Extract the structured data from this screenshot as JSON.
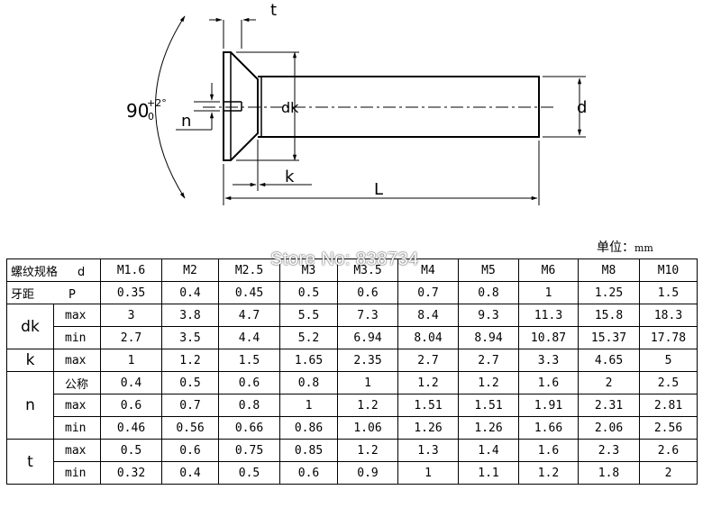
{
  "drawing": {
    "angle_label": "90",
    "angle_tol_upper": "+2°",
    "angle_tol_lower": "0",
    "label_t": "t",
    "label_n": "n",
    "label_dk": "dk",
    "label_k": "k",
    "label_L": "L",
    "label_d": "d"
  },
  "unit_label": "单位：",
  "unit_value": "mm",
  "watermark": "Store No: 838734",
  "table": {
    "header": {
      "label": "螺纹规格",
      "symbol": "d",
      "sizes": [
        "M1.6",
        "M2",
        "M2.5",
        "M3",
        "M3.5",
        "M4",
        "M5",
        "M6",
        "M8",
        "M10"
      ]
    },
    "pitch": {
      "label": "牙距",
      "symbol": "P",
      "values": [
        "0.35",
        "0.4",
        "0.45",
        "0.5",
        "0.6",
        "0.7",
        "0.8",
        "1",
        "1.25",
        "1.5"
      ]
    },
    "dk": {
      "label": "dk",
      "rows": [
        {
          "sub": "max",
          "values": [
            "3",
            "3.8",
            "4.7",
            "5.5",
            "7.3",
            "8.4",
            "9.3",
            "11.3",
            "15.8",
            "18.3"
          ]
        },
        {
          "sub": "min",
          "values": [
            "2.7",
            "3.5",
            "4.4",
            "5.2",
            "6.94",
            "8.04",
            "8.94",
            "10.87",
            "15.37",
            "17.78"
          ]
        }
      ]
    },
    "k": {
      "label": "k",
      "rows": [
        {
          "sub": "max",
          "values": [
            "1",
            "1.2",
            "1.5",
            "1.65",
            "2.35",
            "2.7",
            "2.7",
            "3.3",
            "4.65",
            "5"
          ]
        }
      ]
    },
    "n": {
      "label": "n",
      "rows": [
        {
          "sub": "公称",
          "values": [
            "0.4",
            "0.5",
            "0.6",
            "0.8",
            "1",
            "1.2",
            "1.2",
            "1.6",
            "2",
            "2.5"
          ]
        },
        {
          "sub": "max",
          "values": [
            "0.6",
            "0.7",
            "0.8",
            "1",
            "1.2",
            "1.51",
            "1.51",
            "1.91",
            "2.31",
            "2.81"
          ]
        },
        {
          "sub": "min",
          "values": [
            "0.46",
            "0.56",
            "0.66",
            "0.86",
            "1.06",
            "1.26",
            "1.26",
            "1.66",
            "2.06",
            "2.56"
          ]
        }
      ]
    },
    "t": {
      "label": "t",
      "rows": [
        {
          "sub": "max",
          "values": [
            "0.5",
            "0.6",
            "0.75",
            "0.85",
            "1.2",
            "1.3",
            "1.4",
            "1.6",
            "2.3",
            "2.6"
          ]
        },
        {
          "sub": "min",
          "values": [
            "0.32",
            "0.4",
            "0.5",
            "0.6",
            "0.9",
            "1",
            "1.1",
            "1.2",
            "1.8",
            "2"
          ]
        }
      ]
    }
  }
}
